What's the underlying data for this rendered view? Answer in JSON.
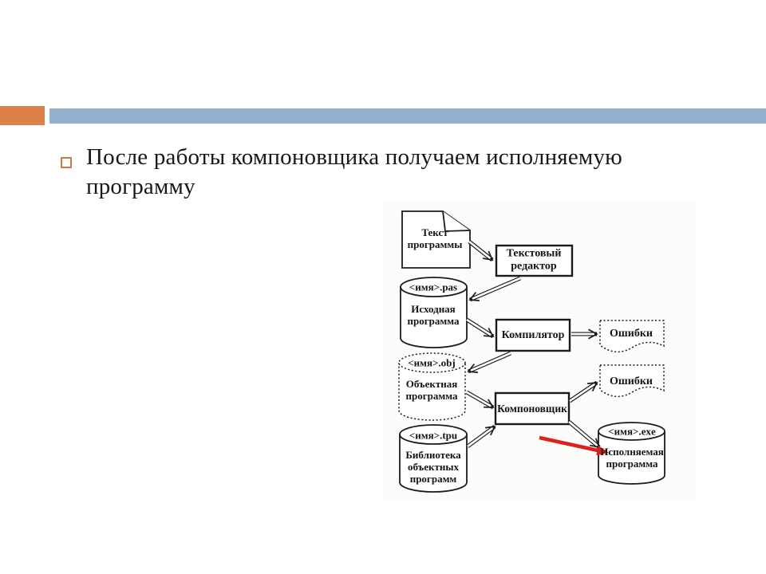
{
  "slide": {
    "bullet_text": "После работы компоновщика получаем исполняемую программу"
  },
  "theme": {
    "accent_orange": "#DD8047",
    "accent_blue": "#93B1CC",
    "bullet_outline": "#CE7B4B",
    "ink": "#1B1B1B",
    "arrow_red": "#DF1F1F"
  },
  "diagram": {
    "nodes": {
      "source_text": {
        "label": "Текст\nпрограммы"
      },
      "text_editor": {
        "label": "Текстовый\nредактор"
      },
      "source_program": {
        "file": "<имя>.pas",
        "label": "Исходная\nпрограмма"
      },
      "compiler": {
        "label": "Компилятор"
      },
      "compile_errors": {
        "label": "Ошибки"
      },
      "object_program": {
        "file": "<имя>.obj",
        "label": "Объектная\nпрограмма"
      },
      "linker": {
        "label": "Компоновщик"
      },
      "link_errors": {
        "label": "Ошибки"
      },
      "object_library": {
        "file": "<имя>.tpu",
        "label": "Библиотека\nобъектных\nпрограмм"
      },
      "executable_program": {
        "file": "<имя>.exe",
        "label": "Исполняемая\nпрограмма"
      }
    }
  }
}
